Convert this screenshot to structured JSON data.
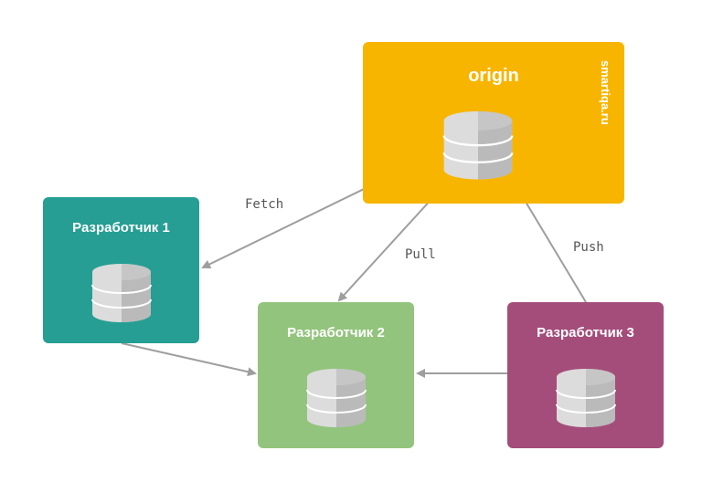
{
  "nodes": {
    "origin": {
      "title": "origin",
      "color": "#F7B500",
      "watermark": "smartiqa.ru"
    },
    "dev1": {
      "title": "Разработчик 1",
      "color": "#269E93"
    },
    "dev2": {
      "title": "Разработчик 2",
      "color": "#93C47D"
    },
    "dev3": {
      "title": "Разработчик 3",
      "color": "#A44D7A"
    }
  },
  "edges": {
    "fetch": {
      "label": "Fetch",
      "from": "origin",
      "to": "dev1"
    },
    "pull": {
      "label": "Pull",
      "from": "origin",
      "to": "dev2"
    },
    "push": {
      "label": "Push",
      "from": "dev3",
      "to": "origin"
    },
    "dev1_to_dev2": {
      "label": "",
      "from": "dev1",
      "to": "dev2"
    },
    "dev3_to_dev2": {
      "label": "",
      "from": "dev3",
      "to": "dev2"
    }
  },
  "colors": {
    "arrow": "#9E9E9E",
    "db_light": "#DCDCDC",
    "db_dark": "#9E9E9E"
  },
  "icons": {
    "database": "database-icon"
  }
}
